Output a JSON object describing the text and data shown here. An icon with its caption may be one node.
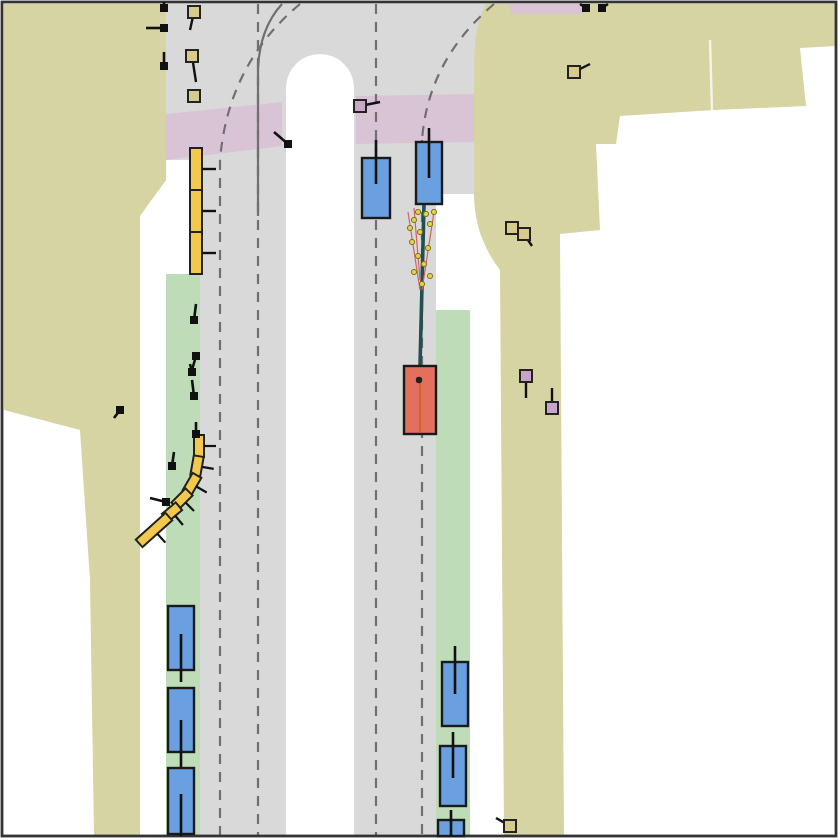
{
  "diagram": {
    "nodes": [
      {
        "text": [],
        "shape": "box"
      },
      {
        "text": [],
        "shape": "box"
      },
      {
        "text": [],
        "shape": "box"
      },
      {
        "text": [],
        "shape": "box"
      },
      {
        "text": [],
        "shape": "box"
      },
      {
        "text": [],
        "shape": "box"
      },
      {
        "text": [],
        "shape": "box"
      },
      {
        "text": [],
        "shape": "box"
      },
      {
        "text": [],
        "shape": "box"
      }
    ],
    "edges": [
      {
        "from": 2,
        "to": 1,
        "arrow": "none"
      }
    ]
  }
}
